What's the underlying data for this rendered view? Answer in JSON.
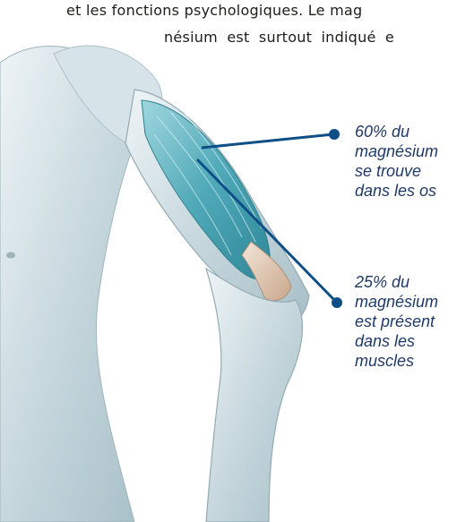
{
  "body_text": {
    "line1": "et les fonctions psychologiques. Le mag",
    "line2": "nésium est surtout indiqué e"
  },
  "callouts": [
    {
      "lines": [
        "60% du",
        "magnésium",
        "se trouve",
        "dans les os"
      ]
    },
    {
      "lines": [
        "25% du",
        "magnésium",
        "est présent",
        "dans les",
        "muscles"
      ]
    }
  ],
  "colors": {
    "callout_text": "#1f3a66",
    "leader_line": "#0d4f86",
    "skin": "#c9d9df",
    "muscle": "#5fb6c4"
  }
}
